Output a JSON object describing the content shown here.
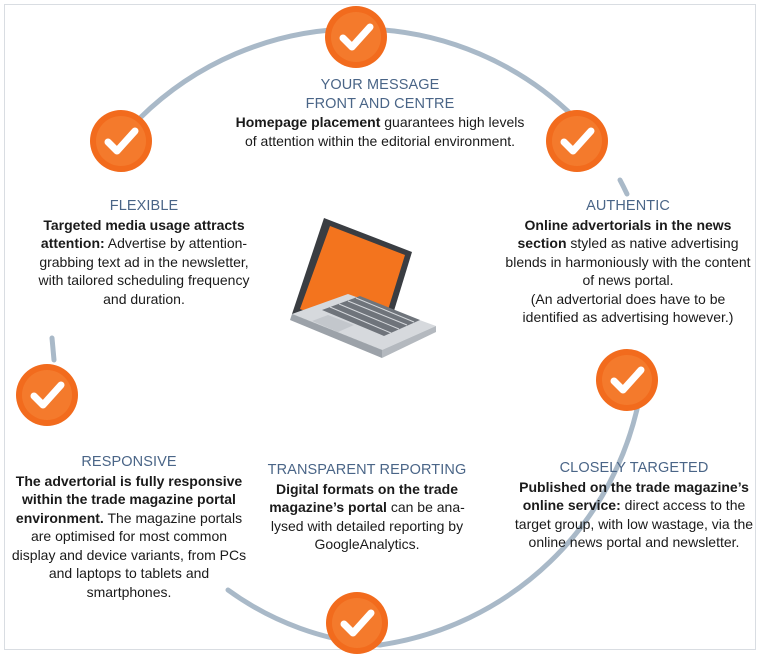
{
  "colors": {
    "ring": "#a9b9c8",
    "badge": "#f26b1d",
    "title": "#4a6587",
    "screen": "#f3741e"
  },
  "icons": {
    "badge": "check-badge-icon",
    "laptop": "laptop-icon"
  },
  "sections": {
    "message": {
      "title1": "YOUR MESSAGE",
      "title2": "FRONT AND CENTRE",
      "bold": "Homepage placement",
      "text": " guarantees high levels of attention within the editorial environment."
    },
    "authentic": {
      "title": "AUTHENTIC",
      "bold": "Online advertorials in the news section",
      "text": " styled as native advertising blends in harmoniously with the content of news portal.",
      "note": "(An advertorial does have to be identified as advertising however.)"
    },
    "targeted": {
      "title": "CLOSELY TARGETED",
      "bold": "Published on the trade magazine’s online service:",
      "text": " direct access to the target group, with low wastage, via the online news portal and newsletter."
    },
    "reporting": {
      "title": "TRANSPARENT REPORTING",
      "bold": "Digital formats on the trade magazine’s portal",
      "text": " can be ana-lysed with detailed reporting by GoogleAnalytics."
    },
    "responsive": {
      "title": "RESPONSIVE",
      "bold": "The advertorial is fully responsive within the trade magazine portal environment.",
      "text": " The magazine portals are optimised for most common display and device variants, from PCs and laptops to tablets and smartphones."
    },
    "flexible": {
      "title": "FLEXIBLE",
      "bold": "Targeted media usage attracts attention:",
      "text": " Advertise by attention-grabbing text ad in the newsletter, with tailored scheduling frequency and duration."
    }
  }
}
